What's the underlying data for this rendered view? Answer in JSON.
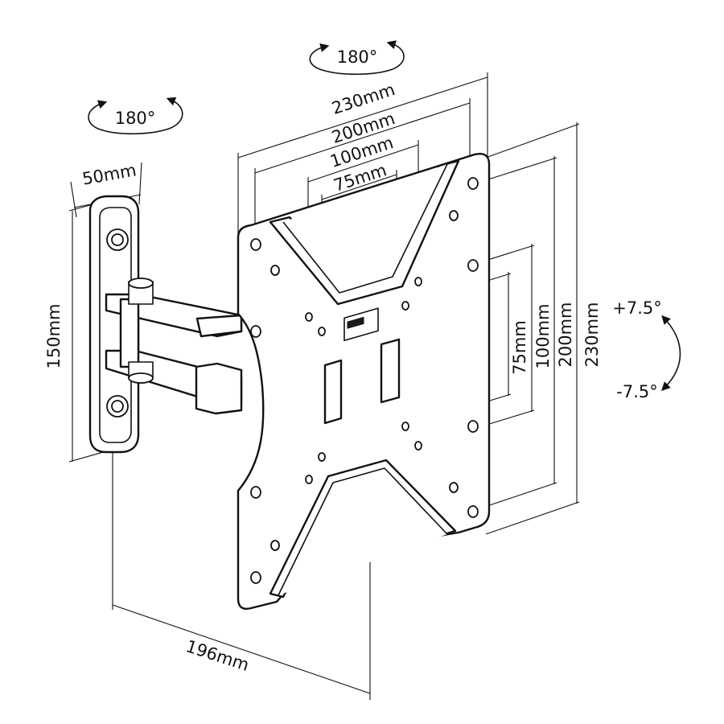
{
  "rotation": {
    "arm_swivel": "180°",
    "plate_swivel": "180°",
    "tilt_up": "+7.5°",
    "tilt_down": "-7.5°"
  },
  "dimensions": {
    "wall_plate_width": "50mm",
    "wall_plate_height": "150mm",
    "extension": "196mm",
    "horizontal": [
      "230mm",
      "200mm",
      "100mm",
      "75mm"
    ],
    "vertical": [
      "75mm",
      "100mm",
      "200mm",
      "230mm"
    ]
  }
}
